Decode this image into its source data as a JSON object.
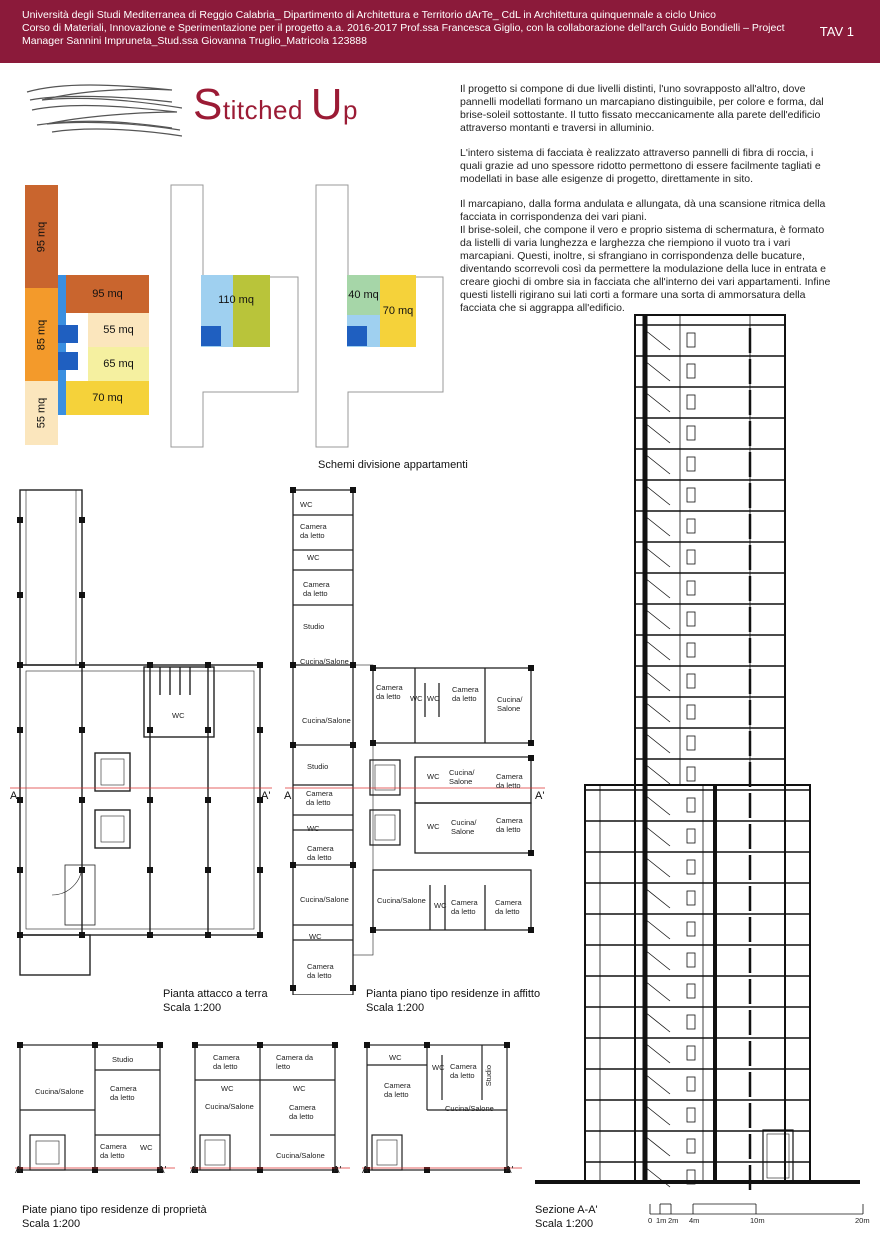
{
  "header": {
    "line1": "Università degli Studi Mediterranea di Reggio Calabria_ Dipartimento di Architettura e Territorio dArTe_ CdL in Architettura quinquennale a ciclo Unico",
    "line2": "Corso di Materiali, Innovazione e Sperimentazione per il progetto a.a. 2016-2017 Prof.ssa Francesca Giglio, con la collaborazione dell'arch Guido Bondielli – Project",
    "line3": "Manager Sannini Impruneta_Stud.ssa Giovanna Truglio_Matricola 123888",
    "tav": "TAV 1"
  },
  "title": {
    "s": "S",
    "titched": "titched ",
    "u": "U",
    "p": "p"
  },
  "description": [
    "Il progetto si compone di due livelli distinti, l'uno sovrapposto all'altro, dove pannelli modellati formano un marcapiano distinguibile, per colore e forma, dal brise-soleil sottostante. Il tutto fissato meccanicamente alla parete dell'edificio attraverso montanti e traversi in alluminio.",
    "L'intero sistema di facciata è realizzato attraverso pannelli di fibra di roccia, i quali grazie ad uno spessore ridotto permettono di essere facilmente tagliati e modellati in base alle esigenze di progetto, direttamente in sito.",
    "Il marcapiano, dalla forma andulata e allungata, dà una scansione ritmica della facciata in corrispondenza dei vari piani.",
    "Il brise-soleil, che compone il vero e proprio sistema di schermatura, è formato da listelli di varia lunghezza e larghezza che riempiono il vuoto tra i vari marcapiani. Questi, inoltre, si sfrangiano in corrispondenza delle bucature, diventando scorrevoli così da permettere la modulazione della luce in entrata e creare giochi di ombre sia in facciata che all'interno dei vari appartamenti. Infine questi listelli rigirano sui lati corti a formare una sorta di ammorsatura della facciata che si aggrappa all'edificio."
  ],
  "schemes": {
    "caption": "Schemi divisione appartamenti",
    "s1": {
      "v95": "95 mq",
      "v85": "85 mq",
      "v55": "55 mq",
      "h95": "95 mq",
      "h55": "55 mq",
      "h65": "65 mq",
      "h70": "70 mq"
    },
    "s2": {
      "a110": "110 mq"
    },
    "s3": {
      "a40": "40 mq",
      "a70": "70 mq"
    },
    "colors": {
      "orange_dark": "#c9652e",
      "orange": "#f39a2b",
      "cream": "#fbe6bd",
      "light_yellow": "#f5f0a0",
      "yellow": "#f5d23a",
      "olive": "#b9c43a",
      "blue": "#3a8fe0",
      "light_blue": "#9fd0f0",
      "green": "#a6d6a8",
      "pale_yellow": "#fae9b8"
    }
  },
  "plan_ground": {
    "wc": "WC",
    "section_left": "A",
    "section_right": "A'",
    "caption": "Pianta attacco a terra",
    "scale": "Scala 1:200"
  },
  "plan_rental": {
    "rooms_left": [
      "WC",
      "Camera da letto",
      "WC",
      "Camera da letto",
      "Studio",
      "Cucina/Salone",
      "Cucina/Salone",
      "Studio",
      "Camera da letto",
      "WC",
      "Camera da letto",
      "Cucina/Salone",
      "WC",
      "Camera da letto"
    ],
    "r1": {
      "cam1": "Camera da letto",
      "wc1": "WC",
      "wc2": "WC",
      "cam2": "Camera da letto",
      "cucina": "Cucina/ Salone"
    },
    "r2": {
      "wc": "WC",
      "cucina": "Cucina/ Salone",
      "cam": "Camera da letto"
    },
    "r3": {
      "wc": "WC",
      "cucina": "Cucina/ Salone",
      "cam": "Camera da letto"
    },
    "r4": {
      "cucina": "Cucina/Salone",
      "wc": "WC",
      "cam1": "Camera da letto",
      "cam2": "Camera da letto"
    },
    "section_left": "A",
    "section_right": "A'",
    "caption": "Pianta piano tipo residenze in affitto",
    "scale": "Scala 1:200"
  },
  "plans_owned": {
    "p1": {
      "studio": "Studio",
      "cucina": "Cucina/Salone",
      "cam1": "Camera da letto",
      "cam2": "Camera da letto",
      "wc": "WC",
      "a1": "A",
      "a2": "A'"
    },
    "p2": {
      "cam1": "Camera da letto",
      "cam2": "Camera da letto",
      "wc1": "WC",
      "wc2": "WC",
      "cucina1": "Cucina/Salone",
      "cam3": "Camera da letto",
      "cucina2": "Cucina/Salone",
      "a1": "A",
      "a2": "A'"
    },
    "p3": {
      "wc1": "WC",
      "wc2": "WC",
      "cam1": "Camera da letto",
      "cam2": "Camera da letto",
      "studio": "Studio",
      "cucina": "Cucina/Salone",
      "a1": "A",
      "a2": "A'"
    },
    "caption": "Piate piano tipo residenze di proprietà",
    "scale": "Scala 1:200"
  },
  "section": {
    "caption": "Sezione A-A'",
    "scale": "Scala 1:200",
    "bar": [
      "0",
      "1m",
      "2m",
      "4m",
      "10m",
      "20m"
    ]
  }
}
